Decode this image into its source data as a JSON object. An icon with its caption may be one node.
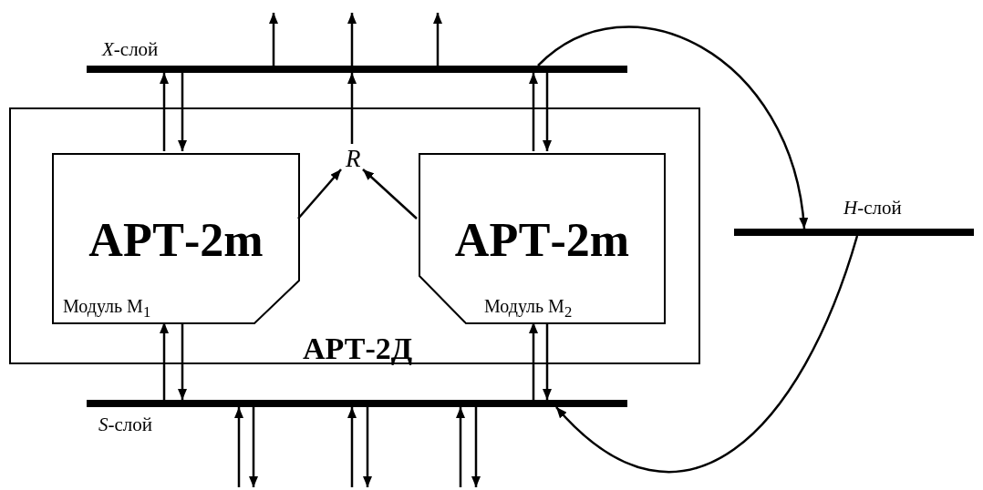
{
  "diagram": {
    "nodes": [
      {
        "text": [
          "*X*-слой"
        ]
      },
      {
        "text": [
          "АРТ-2Д"
        ]
      },
      {
        "text": [
          "АРТ-2m",
          "Модуль M$_{1}$"
        ],
        "in": 1
      },
      {
        "text": [
          "R"
        ],
        "in": 1
      },
      {
        "text": [
          "АРТ-2m",
          "Модуль M$_{2}$"
        ],
        "in": 1
      },
      {
        "text": [
          "*H*-слой"
        ]
      },
      {
        "text": [
          "*S*-слой"
        ]
      }
    ],
    "edges": [
      {
        "from": 2,
        "to": 0,
        "arrow": "to"
      },
      {
        "from": 0,
        "to": 2,
        "arrow": "to"
      },
      {
        "from": 4,
        "to": 0,
        "arrow": "to"
      },
      {
        "from": 0,
        "to": 4,
        "arrow": "to"
      },
      {
        "from": 2,
        "to": 3,
        "arrow": "to"
      },
      {
        "from": 4,
        "to": 3,
        "arrow": "to"
      },
      {
        "from": 3,
        "to": 0,
        "arrow": "to"
      },
      {
        "from": 0,
        "to": null,
        "arrow": "to"
      },
      {
        "from": 0,
        "to": null,
        "arrow": "to"
      },
      {
        "from": 0,
        "to": null,
        "arrow": "to"
      },
      {
        "from": 0,
        "to": 5,
        "arrow": "to"
      },
      {
        "from": 5,
        "to": 6,
        "arrow": "to"
      },
      {
        "from": 6,
        "to": 2,
        "arrow": "to"
      },
      {
        "from": 2,
        "to": 6,
        "arrow": "to"
      },
      {
        "from": 6,
        "to": 4,
        "arrow": "to"
      },
      {
        "from": 4,
        "to": 6,
        "arrow": "to"
      },
      {
        "from": null,
        "to": 6,
        "arrow": "to"
      },
      {
        "from": 6,
        "to": null,
        "arrow": "to"
      },
      {
        "from": null,
        "to": 6,
        "arrow": "to"
      },
      {
        "from": 6,
        "to": null,
        "arrow": "to"
      },
      {
        "from": null,
        "to": 6,
        "arrow": "to"
      },
      {
        "from": 6,
        "to": null,
        "arrow": "to"
      }
    ]
  }
}
